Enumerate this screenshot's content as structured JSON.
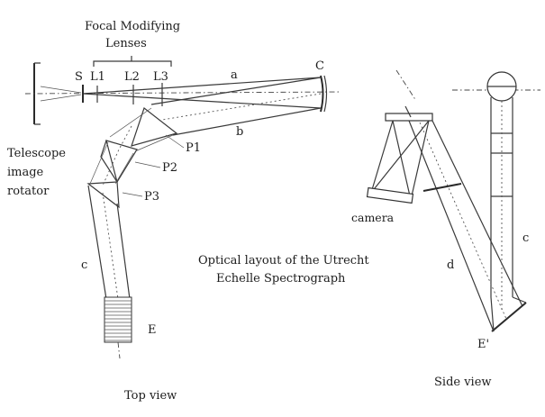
{
  "labels": {
    "focal_line1": "Focal Modifying",
    "focal_line2": "Lenses",
    "S": "S",
    "L1": "L1",
    "L2": "L2",
    "L3": "L3",
    "C": "C",
    "a": "a",
    "b": "b",
    "P1": "P1",
    "P2": "P2",
    "P3": "P3",
    "telescope1": "Telescope",
    "telescope2": "image",
    "telescope3": "rotator",
    "c_top": "c",
    "E_top": "E",
    "title1": "Optical layout of the Utrecht",
    "title2": "Echelle Spectrograph",
    "top_view": "Top view",
    "camera": "camera",
    "d": "d",
    "c_side": "c",
    "E_side": "E'",
    "side_view": "Side view"
  }
}
